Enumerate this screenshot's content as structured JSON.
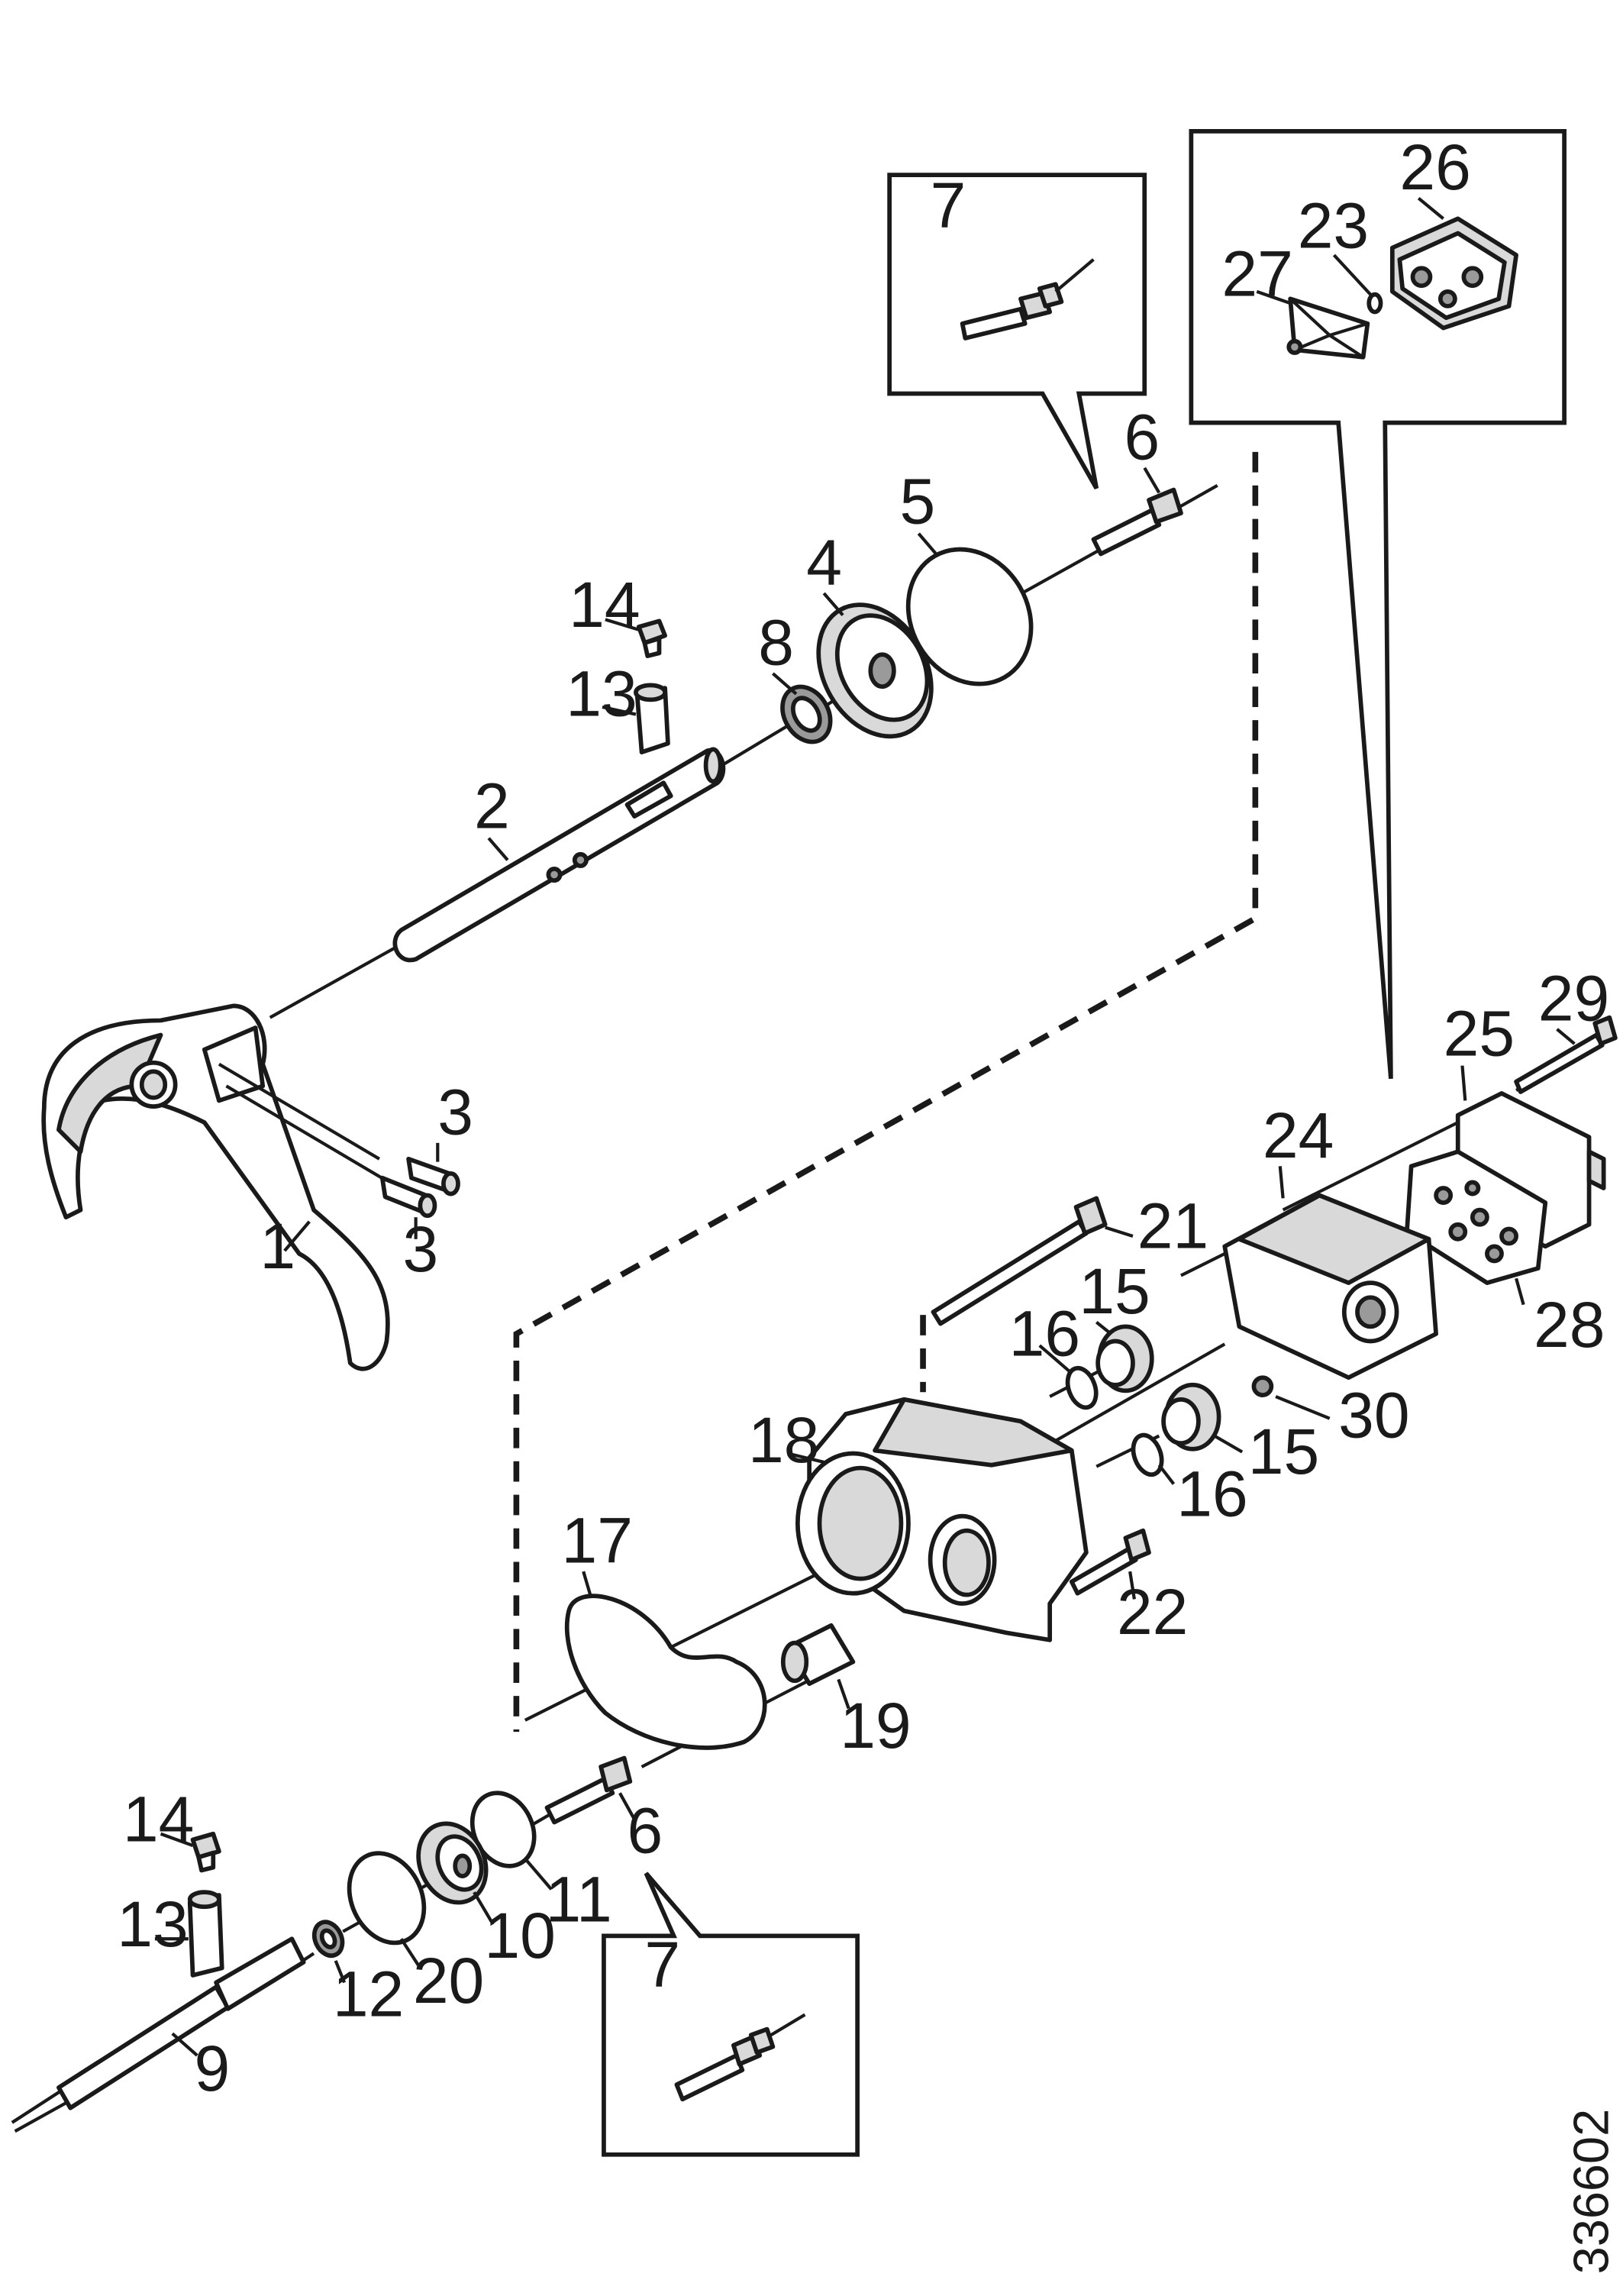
{
  "document_number": "336602",
  "labels": {
    "l1": "1",
    "l2": "2",
    "l3a": "3",
    "l3b": "3",
    "l4": "4",
    "l5": "5",
    "l6a": "6",
    "l6b": "6",
    "l7a": "7",
    "l7b": "7",
    "l8": "8",
    "l9": "9",
    "l10": "10",
    "l11": "11",
    "l12": "12",
    "l13a": "13",
    "l13b": "13",
    "l14a": "14",
    "l14b": "14",
    "l15a": "15",
    "l15b": "15",
    "l16a": "16",
    "l16b": "16",
    "l17": "17",
    "l18": "18",
    "l19": "19",
    "l20": "20",
    "l21": "21",
    "l22": "22",
    "l23": "23",
    "l24": "24",
    "l25": "25",
    "l26": "26",
    "l27": "27",
    "l28": "28",
    "l29": "29",
    "l30": "30"
  },
  "colors": {
    "line": "#1a1a1a",
    "fill": "#ffffff",
    "shade": "#d9d9d9",
    "dark": "#9a9a9a"
  }
}
